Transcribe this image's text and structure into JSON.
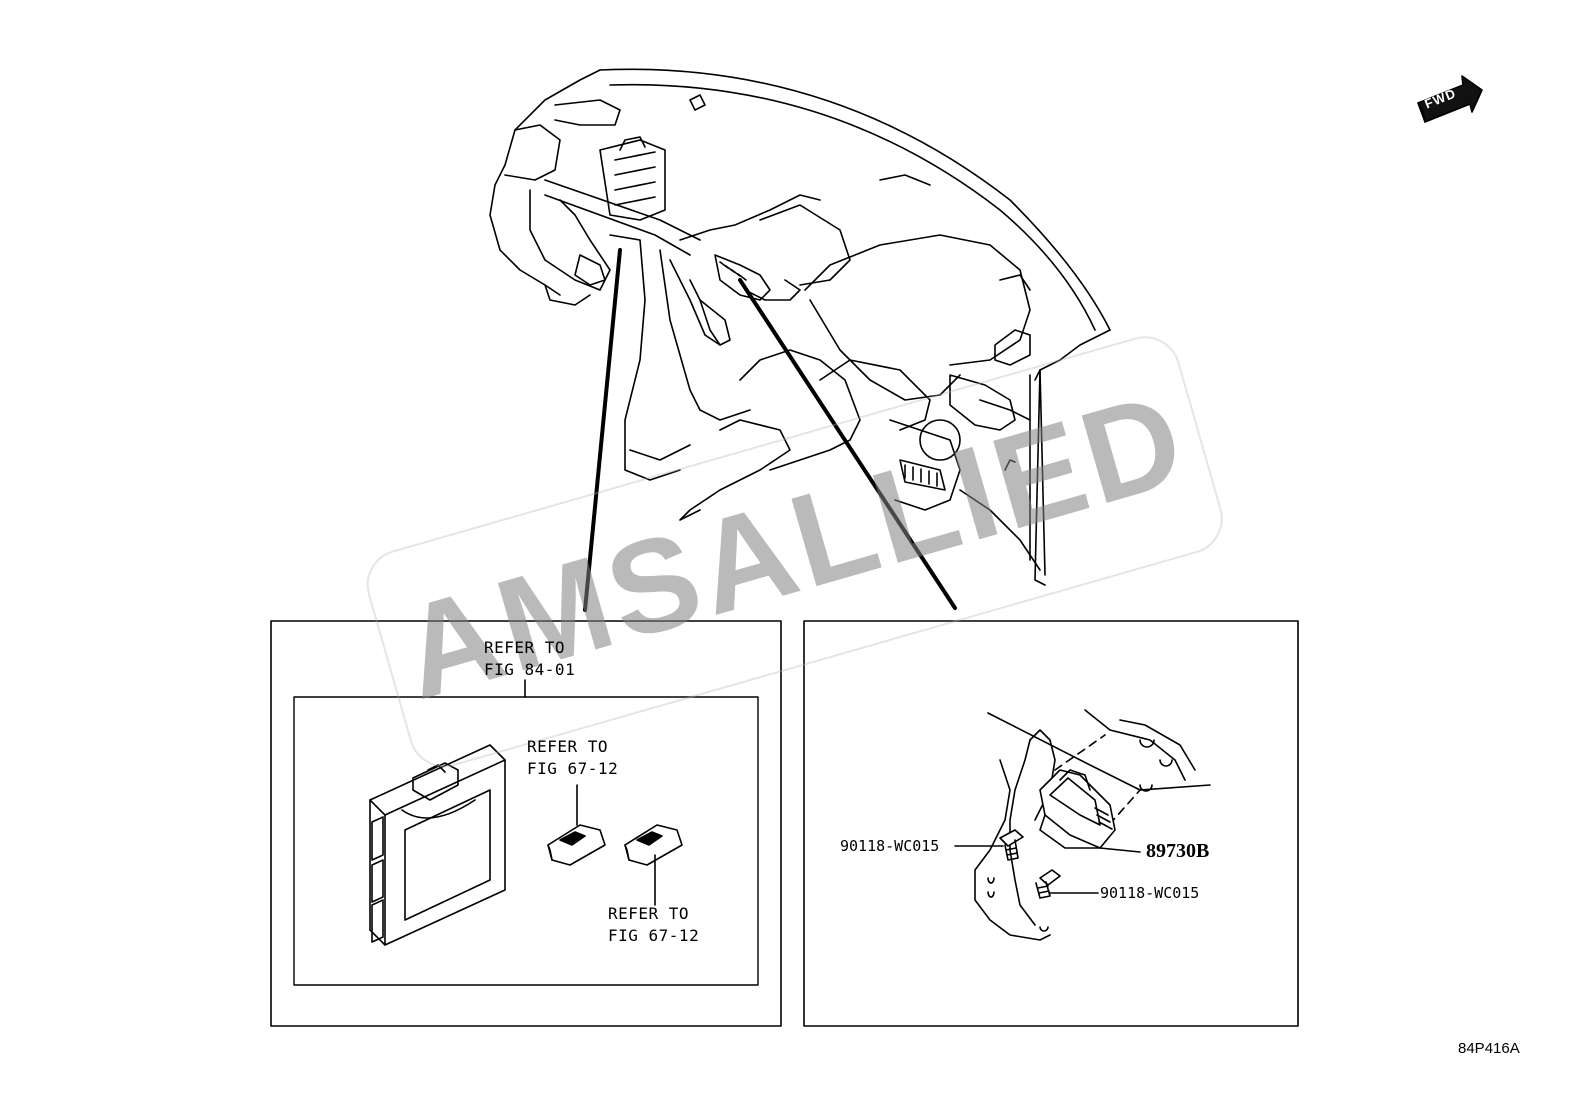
{
  "labels": {
    "refer_top": "REFER TO\nFIG 84-01",
    "refer_mid": "REFER TO\nFIG 67-12",
    "refer_bottom": "REFER TO\nFIG 67-12",
    "part_main": "89730B",
    "bolt_left": "90118-WC015",
    "bolt_right": "90118-WC015",
    "fwd": "FWD",
    "figure_code": "84P416A",
    "watermark": "AMSALLIED"
  }
}
